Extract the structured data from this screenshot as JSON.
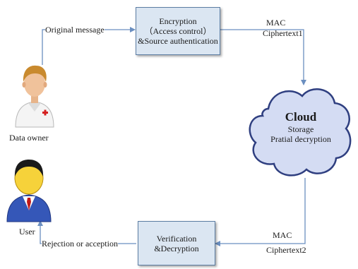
{
  "labels": {
    "original_message": "Original message",
    "mac_top": "MAC",
    "ciphertext1": "Ciphertext1",
    "mac_bottom": "MAC",
    "ciphertext2": "Ciphertext2",
    "rejection": "Rejection or acception",
    "data_owner": "Data owner",
    "user": "User"
  },
  "encryption_box": {
    "line1": "Encryption",
    "line2": "（Access control）",
    "line3": "&Source authentication"
  },
  "verification_box": {
    "line1": "Verification",
    "line2": "&Decryption"
  },
  "cloud": {
    "title": "Cloud",
    "line1": "Storage",
    "line2": "Pratial decryption"
  },
  "icons": {
    "data_owner": "doctor-person-icon",
    "user": "user-person-icon",
    "cloud": "cloud-shape"
  },
  "colors": {
    "box_fill": "#dbe6f2",
    "box_border": "#5c7da3",
    "arrow": "#6b8fc0",
    "cloud_fill": "#d4dcf3"
  }
}
